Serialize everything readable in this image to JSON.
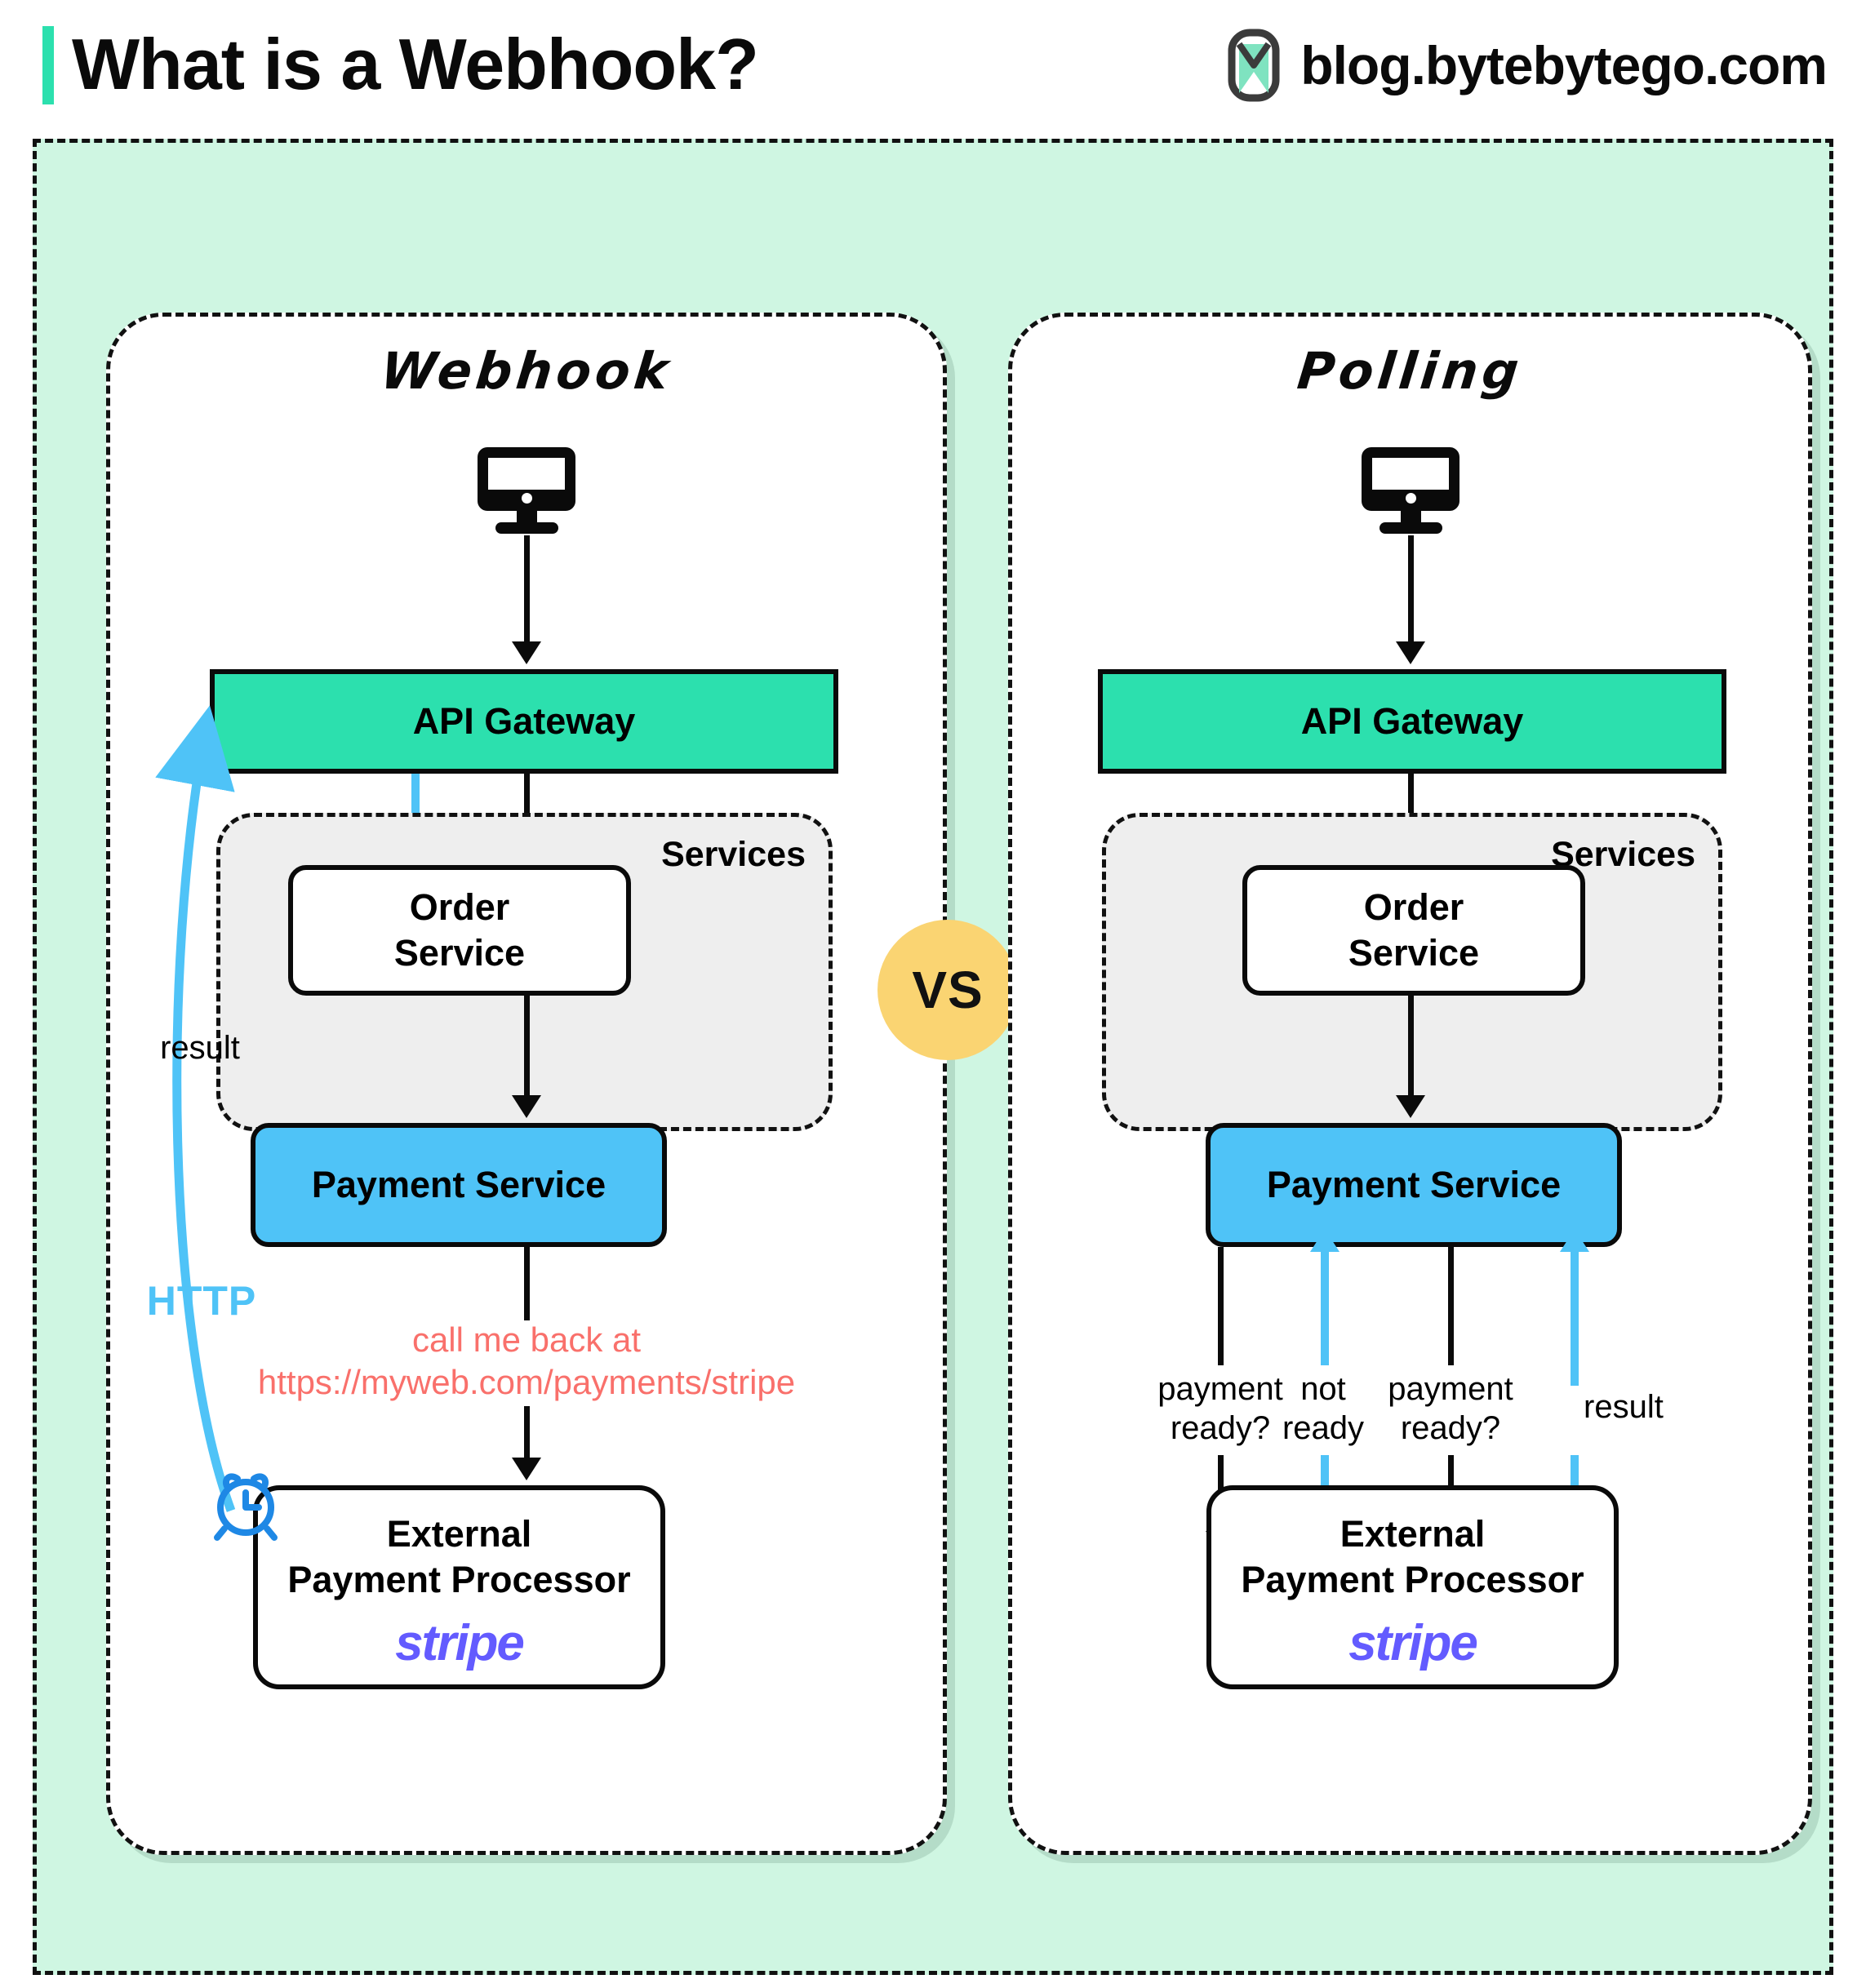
{
  "header": {
    "title": "What is a Webhook?",
    "site": "blog.bytebytego.com",
    "logo_icon": "bytebytego-logo-icon",
    "accent_color": "#2CE0AE"
  },
  "compare_badge": {
    "label": "VS",
    "color": "#FAD472"
  },
  "colors": {
    "outer_bg": "#CFF6E2",
    "gateway": "#2CE0AE",
    "payment_service": "#4FC3F7",
    "services_bg": "#EEEEEE",
    "callback_text": "#F9706B",
    "http_blue": "#4FC3F7",
    "clock_blue": "#1E88E5",
    "stripe_purple": "#635BFF"
  },
  "panels": [
    {
      "title": "Webhook",
      "client_icon": "monitor-icon",
      "gateway": "API Gateway",
      "services_label": "Services",
      "order_service": "Order\nService",
      "order_service_line1": "Order",
      "order_service_line2": "Service",
      "payment_service": "Payment Service",
      "callback_line1": "call me back at",
      "callback_line2": "https://myweb.com/payments/stripe",
      "external_line1": "External",
      "external_line2": "Payment Processor",
      "external_brand": "stripe",
      "result_label": "result",
      "http_label": "HTTP",
      "clock_icon": "alarm-clock-icon"
    },
    {
      "title": "Polling",
      "client_icon": "monitor-icon",
      "gateway": "API Gateway",
      "services_label": "Services",
      "order_service_line1": "Order",
      "order_service_line2": "Service",
      "payment_service": "Payment Service",
      "external_line1": "External",
      "external_line2": "Payment Processor",
      "external_brand": "stripe",
      "poll_labels": [
        {
          "line1": "payment",
          "line2": "ready?",
          "direction": "down",
          "color": "#000000"
        },
        {
          "line1": "not",
          "line2": "ready",
          "direction": "up",
          "color": "#4FC3F7"
        },
        {
          "line1": "payment",
          "line2": "ready?",
          "direction": "down",
          "color": "#000000"
        },
        {
          "line1": "result",
          "line2": "",
          "direction": "up",
          "color": "#4FC3F7"
        }
      ]
    }
  ]
}
